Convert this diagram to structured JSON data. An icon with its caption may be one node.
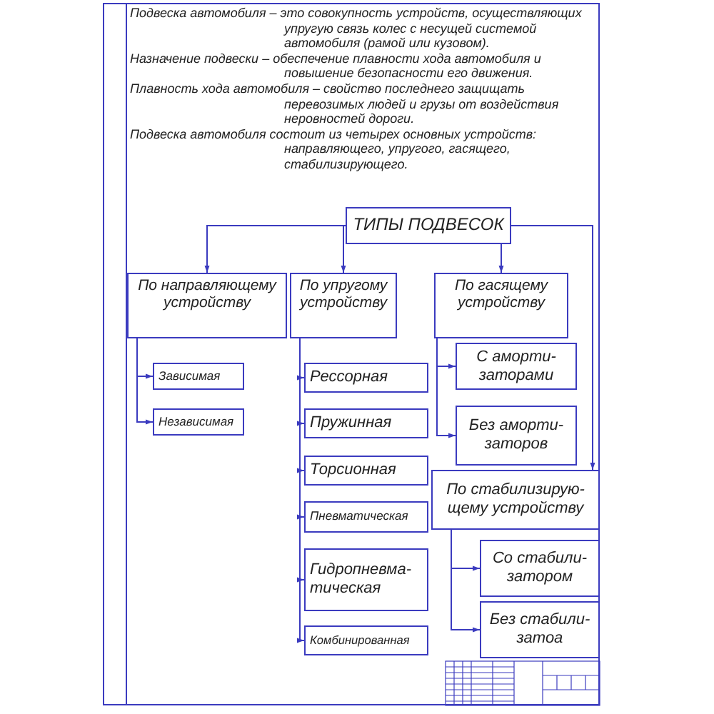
{
  "diagram": {
    "nodes": [
      {
        "text": [
          "ТИПЫ ПОДВЕСОК"
        ]
      },
      {
        "text": [
          "По направляющему устройству"
        ]
      },
      {
        "text": [
          "Зависимая"
        ]
      },
      {
        "text": [
          "Независимая"
        ]
      },
      {
        "text": [
          "По упругому устройству"
        ]
      },
      {
        "text": [
          "Рессорная"
        ]
      },
      {
        "text": [
          "Пружинная"
        ]
      },
      {
        "text": [
          "Торсионная"
        ]
      },
      {
        "text": [
          "Пневматическая"
        ]
      },
      {
        "text": [
          "Гидропневма- тическая"
        ]
      },
      {
        "text": [
          "Комбинированная"
        ]
      },
      {
        "text": [
          "По гасящему устройству"
        ]
      },
      {
        "text": [
          "С аморти- заторами"
        ]
      },
      {
        "text": [
          "Без аморти- заторов"
        ]
      },
      {
        "text": [
          "По стабилизирую- щему устройству"
        ]
      },
      {
        "text": [
          "Со стабили- затором"
        ]
      },
      {
        "text": [
          "Без стабили- затоа"
        ]
      }
    ],
    "edges": [
      {
        "from": 0,
        "to": 1,
        "arrow": "to"
      },
      {
        "from": 0,
        "to": 4,
        "arrow": "to"
      },
      {
        "from": 0,
        "to": 11,
        "arrow": "to"
      },
      {
        "from": 0,
        "to": 14,
        "arrow": "to"
      },
      {
        "from": 1,
        "to": 2,
        "arrow": "to"
      },
      {
        "from": 1,
        "to": 3,
        "arrow": "to"
      },
      {
        "from": 4,
        "to": 5,
        "arrow": "to"
      },
      {
        "from": 4,
        "to": 6,
        "arrow": "to"
      },
      {
        "from": 4,
        "to": 7,
        "arrow": "to"
      },
      {
        "from": 4,
        "to": 8,
        "arrow": "to"
      },
      {
        "from": 4,
        "to": 9,
        "arrow": "to"
      },
      {
        "from": 4,
        "to": 10,
        "arrow": "to"
      },
      {
        "from": 11,
        "to": 12,
        "arrow": "to"
      },
      {
        "from": 11,
        "to": 13,
        "arrow": "to"
      },
      {
        "from": 14,
        "to": 15,
        "arrow": "to"
      },
      {
        "from": 14,
        "to": 16,
        "arrow": "to"
      }
    ],
    "labels": [
      "Подвеска автомобиля – это совокупность устройств, осуществляющих упругую связь колес с несущей системой автомобиля (рамой или кузовом).",
      "Назначение подвески – обеспечение плавности хода автомобиля и повышение безопасности его движения.",
      "Плавность хода автомобиля – свойство последнего защищать перевозимых людей и грузы от воздействия неровностей дороги.",
      "Подвеска автомобиля состоит из четырех основных устройств: направляющего, упругого, гасящего, стабилизирующего."
    ]
  }
}
